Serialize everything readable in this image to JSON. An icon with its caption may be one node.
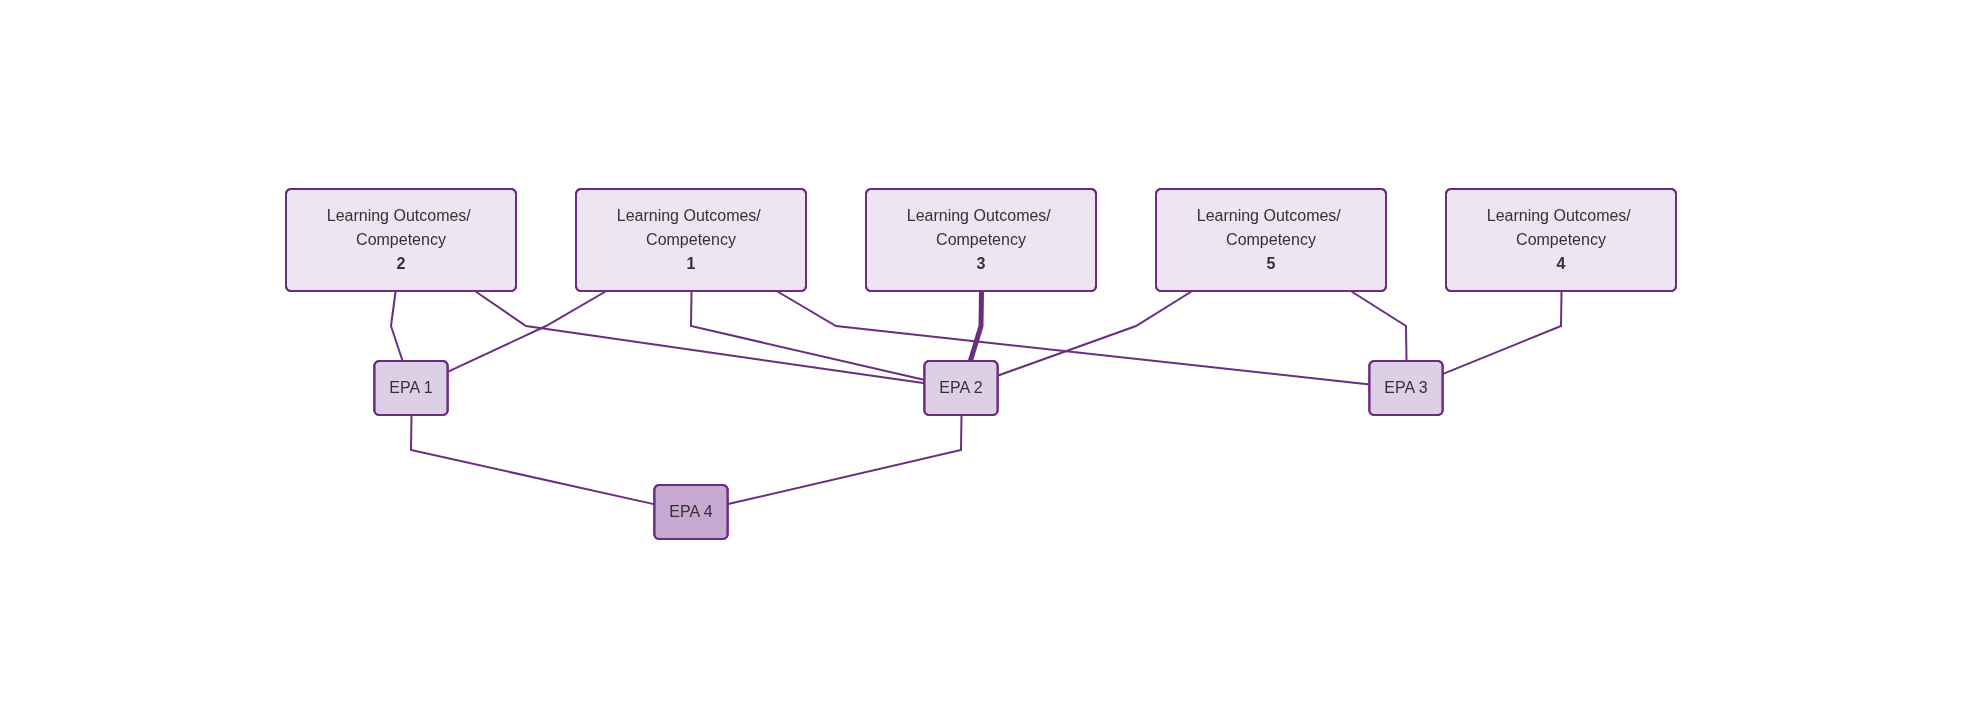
{
  "diagram": {
    "nodes": [
      {
        "text": [
          "Learning Outcomes/ Competency",
          "1"
        ]
      },
      {
        "text": [
          "Learning Outcomes/ Competency",
          "2"
        ]
      },
      {
        "text": [
          "Learning Outcomes/ Competency",
          "3"
        ]
      },
      {
        "text": [
          "Learning Outcomes/ Competency",
          "4"
        ]
      },
      {
        "text": [
          "Learning Outcomes/ Competency",
          "5"
        ]
      },
      {
        "text": [
          "EPA 1"
        ]
      },
      {
        "text": [
          "EPA 2"
        ]
      },
      {
        "text": [
          "EPA 3"
        ]
      },
      {
        "text": [
          "EPA 4"
        ]
      }
    ],
    "edges": [
      {
        "from": 0,
        "to": 5,
        "arrow": "none"
      },
      {
        "from": 0,
        "to": 6,
        "arrow": "none"
      },
      {
        "from": 0,
        "to": 7,
        "arrow": "none"
      },
      {
        "from": 1,
        "to": 5,
        "arrow": "none"
      },
      {
        "from": 1,
        "to": 6,
        "arrow": "none"
      },
      {
        "from": 2,
        "to": 6,
        "arrow": "none",
        "style": "thick"
      },
      {
        "from": 3,
        "to": 7,
        "arrow": "none"
      },
      {
        "from": 4,
        "to": 6,
        "arrow": "none"
      },
      {
        "from": 4,
        "to": 7,
        "arrow": "none"
      },
      {
        "from": 5,
        "to": 8,
        "arrow": "none"
      },
      {
        "from": 6,
        "to": 8,
        "arrow": "none"
      }
    ]
  }
}
